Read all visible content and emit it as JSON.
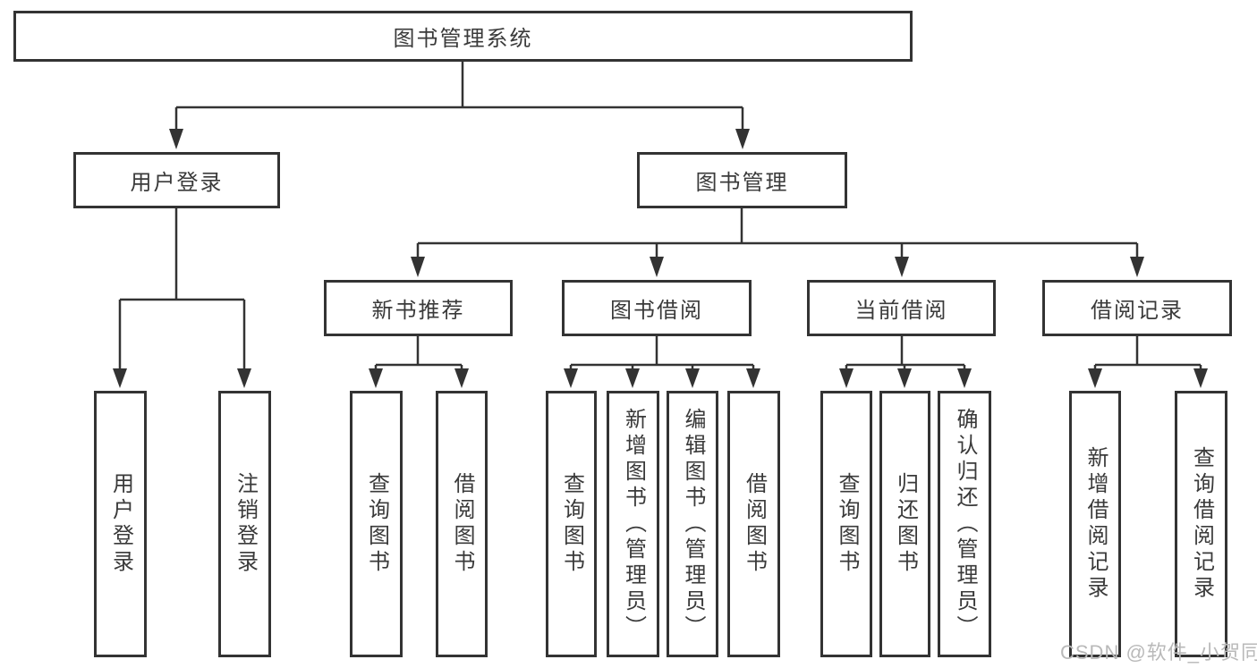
{
  "diagram": {
    "title": "图书管理系统",
    "type": "functional-structure-tree",
    "colors": {
      "line": "#333333",
      "text": "#3a3a3a",
      "background": "#ffffff",
      "watermark": "#b9b9b9"
    },
    "watermark": "CSDN @软件_小贺同学"
  },
  "tree": {
    "root": {
      "label": "图书管理系统"
    },
    "level2": [
      {
        "label": "用户登录"
      },
      {
        "label": "图书管理"
      }
    ],
    "level3": [
      {
        "label": "新书推荐",
        "parent": "图书管理"
      },
      {
        "label": "图书借阅",
        "parent": "图书管理"
      },
      {
        "label": "当前借阅",
        "parent": "图书管理"
      },
      {
        "label": "借阅记录",
        "parent": "图书管理"
      }
    ],
    "level4": [
      {
        "label": "用户登录",
        "parent": "用户登录"
      },
      {
        "label": "注销登录",
        "parent": "用户登录"
      },
      {
        "label": "查询图书",
        "parent": "新书推荐"
      },
      {
        "label": "借阅图书",
        "parent": "新书推荐"
      },
      {
        "label": "查询图书",
        "parent": "图书借阅"
      },
      {
        "label": "新增图书（管理员）",
        "parent": "图书借阅"
      },
      {
        "label": "编辑图书（管理员）",
        "parent": "图书借阅"
      },
      {
        "label": "借阅图书",
        "parent": "图书借阅"
      },
      {
        "label": "查询图书",
        "parent": "当前借阅"
      },
      {
        "label": "归还图书",
        "parent": "当前借阅"
      },
      {
        "label": "确认归还（管理员）",
        "parent": "当前借阅"
      },
      {
        "label": "新增借阅记录",
        "parent": "借阅记录"
      },
      {
        "label": "查询借阅记录",
        "parent": "借阅记录"
      }
    ]
  }
}
